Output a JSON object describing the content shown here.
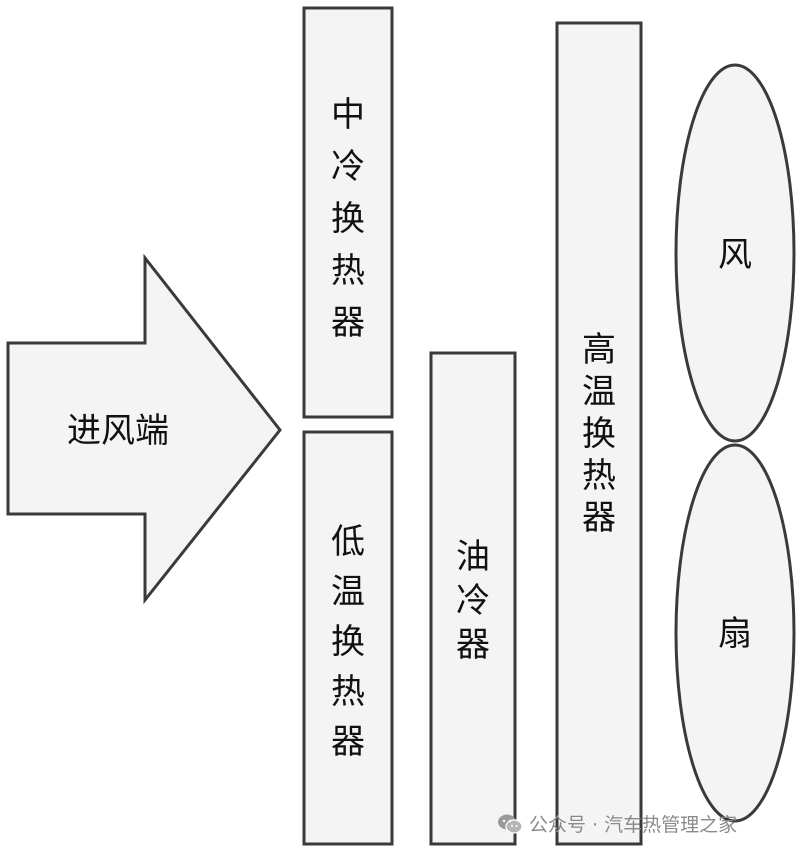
{
  "diagram": {
    "inlet_label": "进风端",
    "intercooler_label": "中冷换热器",
    "low_temp_label": "低温换热器",
    "oil_cooler_label": "油冷器",
    "high_temp_label": "高温换热器",
    "fan_label_top": "风",
    "fan_label_bottom": "扇"
  },
  "watermark": {
    "text": "公众号 · 汽车热管理之家",
    "icon": "wechat-icon"
  },
  "colors": {
    "fill": "#f4f4f4",
    "stroke": "#3a3a3a",
    "text": "#111111",
    "watermark": "#8a8a8a"
  }
}
